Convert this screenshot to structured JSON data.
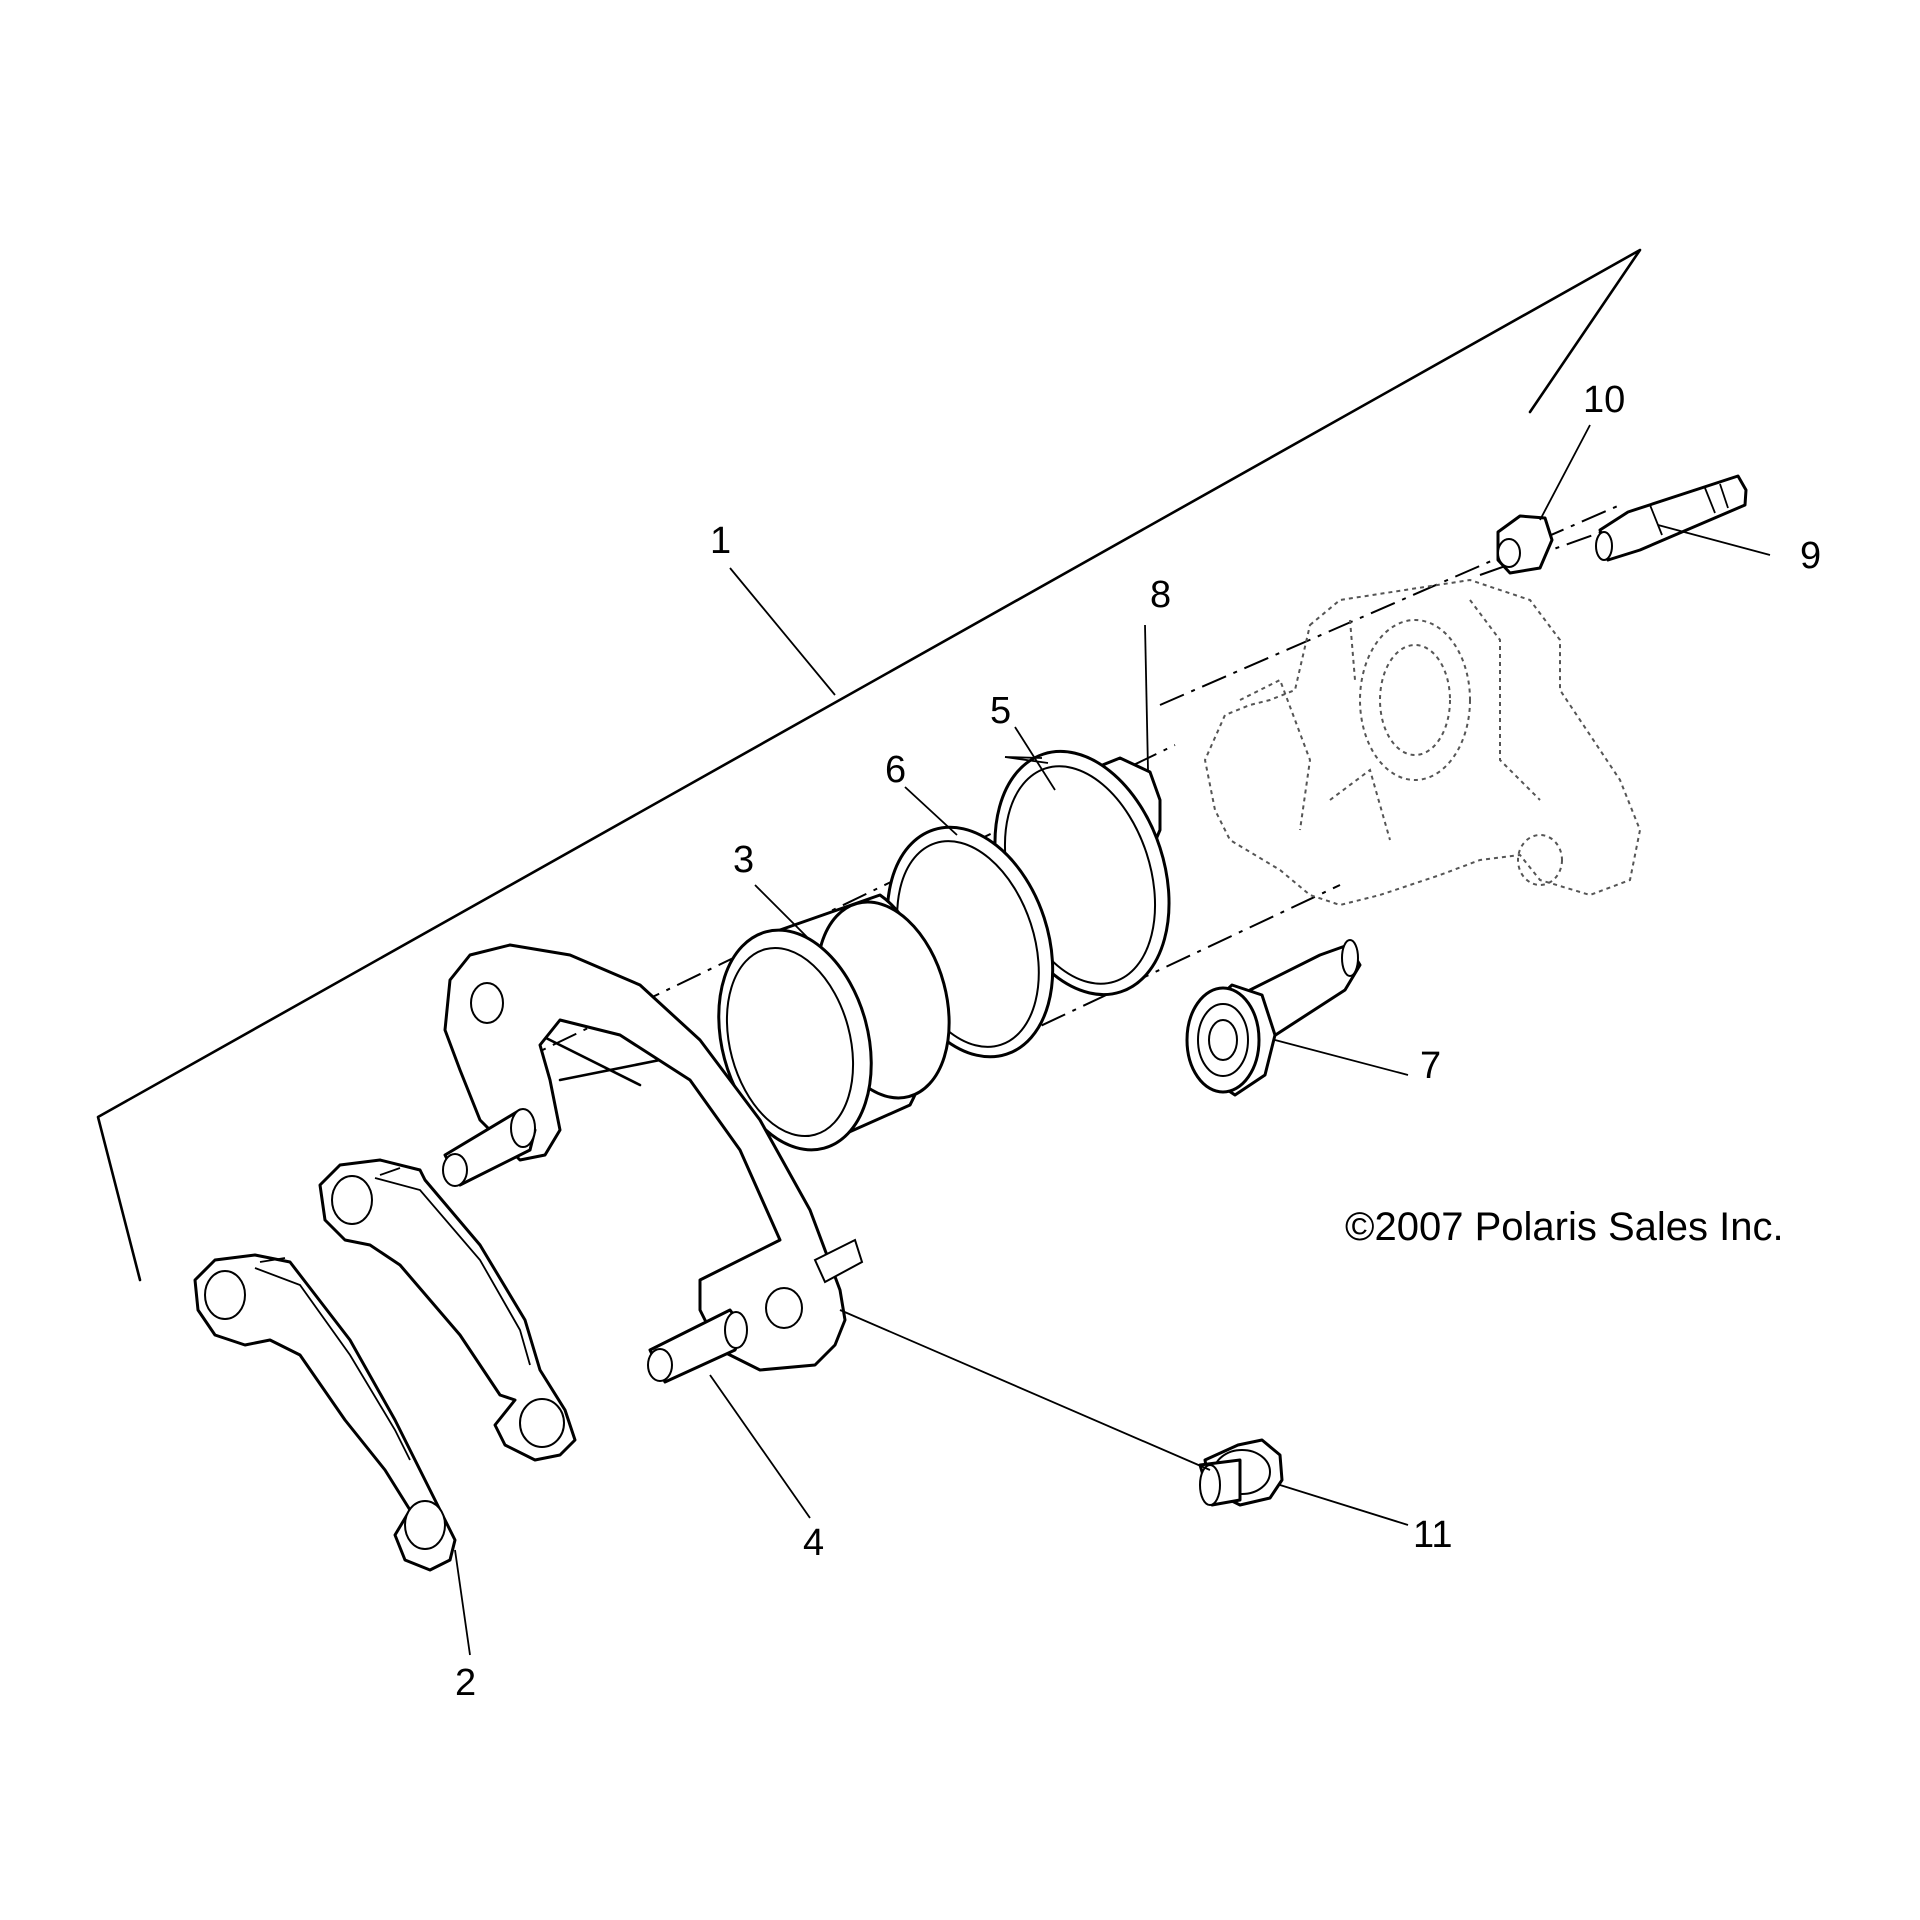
{
  "copyright": "©2007 Polaris Sales Inc.",
  "callouts": {
    "c1": "1",
    "c2": "2",
    "c3": "3",
    "c4": "4",
    "c5": "5",
    "c6": "6",
    "c7": "7",
    "c8": "8",
    "c9": "9",
    "c10": "10",
    "c11": "11"
  }
}
